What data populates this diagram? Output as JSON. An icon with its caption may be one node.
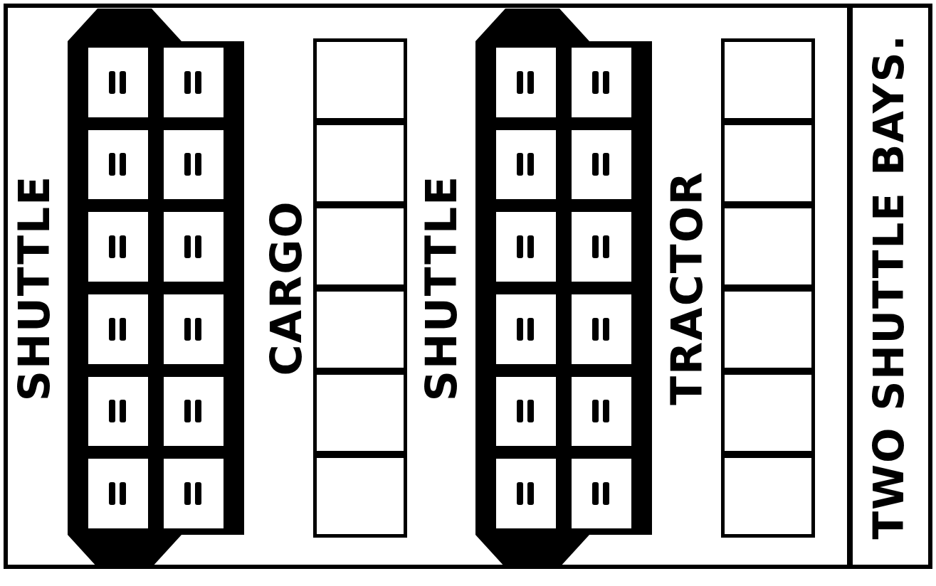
{
  "diagram": {
    "nodes": [
      {
        "text": [
          "SHUTTLE"
        ]
      },
      {
        "text": [],
        "shape": "box",
        "in": 0
      },
      {
        "text": [],
        "shape": "box",
        "in": 0
      },
      {
        "text": [],
        "shape": "box",
        "in": 0
      },
      {
        "text": [],
        "shape": "box",
        "in": 0
      },
      {
        "text": [],
        "shape": "box",
        "in": 0
      },
      {
        "text": [],
        "shape": "box",
        "in": 0
      },
      {
        "text": [],
        "shape": "box",
        "in": 0
      },
      {
        "text": [],
        "shape": "box",
        "in": 0
      },
      {
        "text": [],
        "shape": "box",
        "in": 0
      },
      {
        "text": [],
        "shape": "box",
        "in": 0
      },
      {
        "text": [],
        "shape": "box",
        "in": 0
      },
      {
        "text": [],
        "shape": "box",
        "in": 0
      },
      {
        "text": [
          "CARGO"
        ]
      },
      {
        "text": [],
        "shape": "box",
        "in": 13
      },
      {
        "text": [],
        "shape": "box",
        "in": 13
      },
      {
        "text": [],
        "shape": "box",
        "in": 13
      },
      {
        "text": [],
        "shape": "box",
        "in": 13
      },
      {
        "text": [],
        "shape": "box",
        "in": 13
      },
      {
        "text": [],
        "shape": "box",
        "in": 13
      },
      {
        "text": [
          "SHUTTLE"
        ]
      },
      {
        "text": [],
        "shape": "box",
        "in": 20
      },
      {
        "text": [],
        "shape": "box",
        "in": 20
      },
      {
        "text": [],
        "shape": "box",
        "in": 20
      },
      {
        "text": [],
        "shape": "box",
        "in": 20
      },
      {
        "text": [],
        "shape": "box",
        "in": 20
      },
      {
        "text": [],
        "shape": "box",
        "in": 20
      },
      {
        "text": [],
        "shape": "box",
        "in": 20
      },
      {
        "text": [],
        "shape": "box",
        "in": 20
      },
      {
        "text": [],
        "shape": "box",
        "in": 20
      },
      {
        "text": [],
        "shape": "box",
        "in": 20
      },
      {
        "text": [],
        "shape": "box",
        "in": 20
      },
      {
        "text": [],
        "shape": "box",
        "in": 20
      },
      {
        "text": [
          "TRACTOR"
        ]
      },
      {
        "text": [],
        "shape": "box",
        "in": 33
      },
      {
        "text": [],
        "shape": "box",
        "in": 33
      },
      {
        "text": [],
        "shape": "box",
        "in": 33
      },
      {
        "text": [],
        "shape": "box",
        "in": 33
      },
      {
        "text": [],
        "shape": "box",
        "in": 33
      },
      {
        "text": [],
        "shape": "box",
        "in": 33
      },
      {
        "text": [
          "TWO SHUTTLE BAYS."
        ]
      }
    ]
  }
}
